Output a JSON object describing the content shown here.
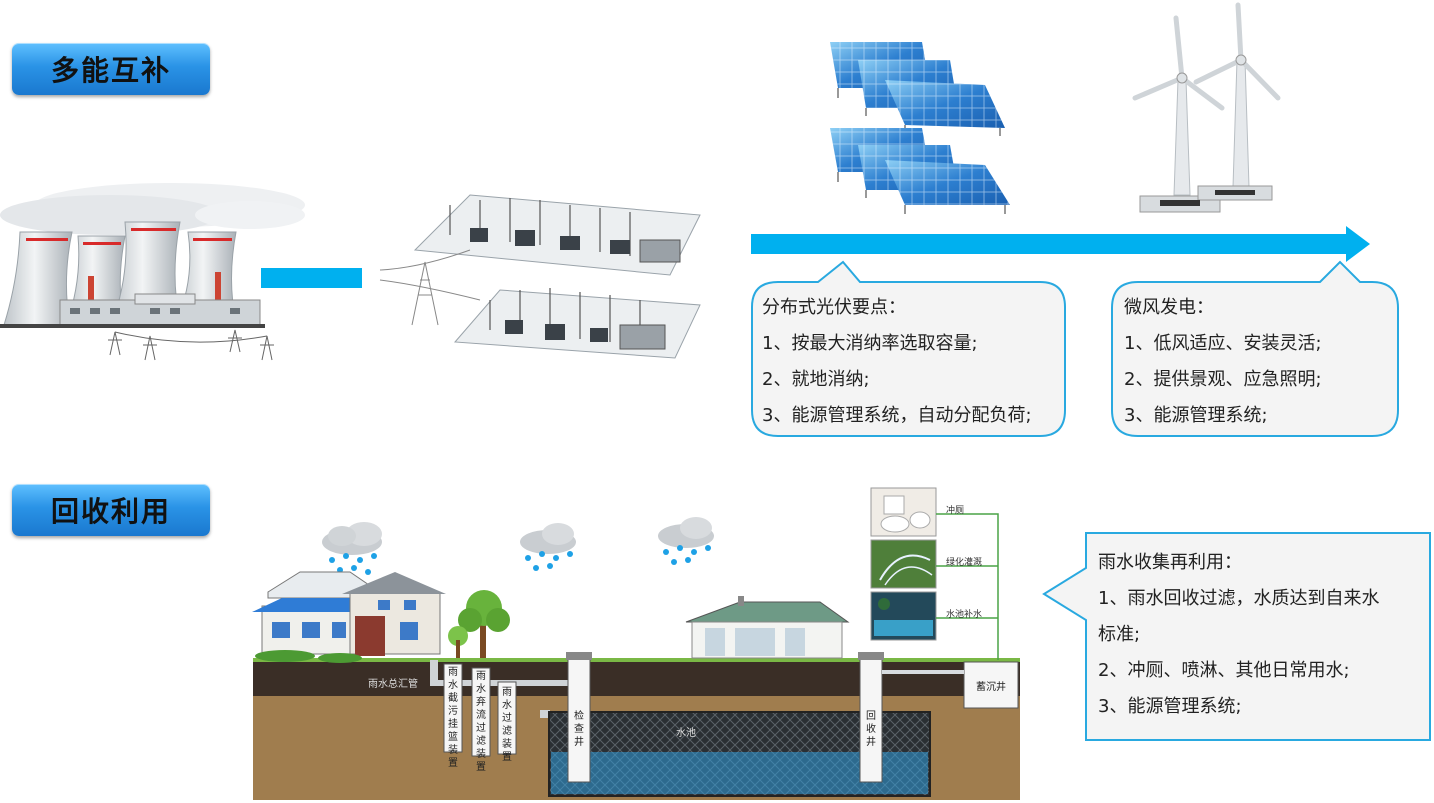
{
  "sections": {
    "multi_energy": "多能互补",
    "recycling": "回收利用"
  },
  "pv_bubble": {
    "title": "分布式光伏要点：",
    "items": [
      "1、按最大消纳率选取容量;",
      "2、就地消纳;",
      "3、能源管理系统，自动分配负荷;"
    ]
  },
  "wind_bubble": {
    "title": "微风发电：",
    "items": [
      "1、低风适应、安装灵活;",
      "2、提供景观、应急照明;",
      "3、能源管理系统;"
    ]
  },
  "rain_bubble": {
    "title": "雨水收集再利用：",
    "items": [
      "1、雨水回收过滤，水质达到自来水",
      "标准;",
      "2、冲厕、喷淋、其他日常用水;",
      "3、能源管理系统;"
    ]
  },
  "rain_diagram": {
    "main_pipe": "雨水总汇管",
    "device1": "雨水截污挂篮装置",
    "device2": "雨水弃流过滤装置",
    "device3": "雨水过滤装置",
    "inspection_well": "检查井",
    "pool": "水池",
    "recovery_well": "回收井",
    "sediment_well": "蓄沉井",
    "use1": "冲厕",
    "use2": "绿化灌溉",
    "use3": "水池补水"
  },
  "colors": {
    "accent": "#00b0ef",
    "bubble_border": "#29a9e0",
    "button": "#2a93e6"
  }
}
